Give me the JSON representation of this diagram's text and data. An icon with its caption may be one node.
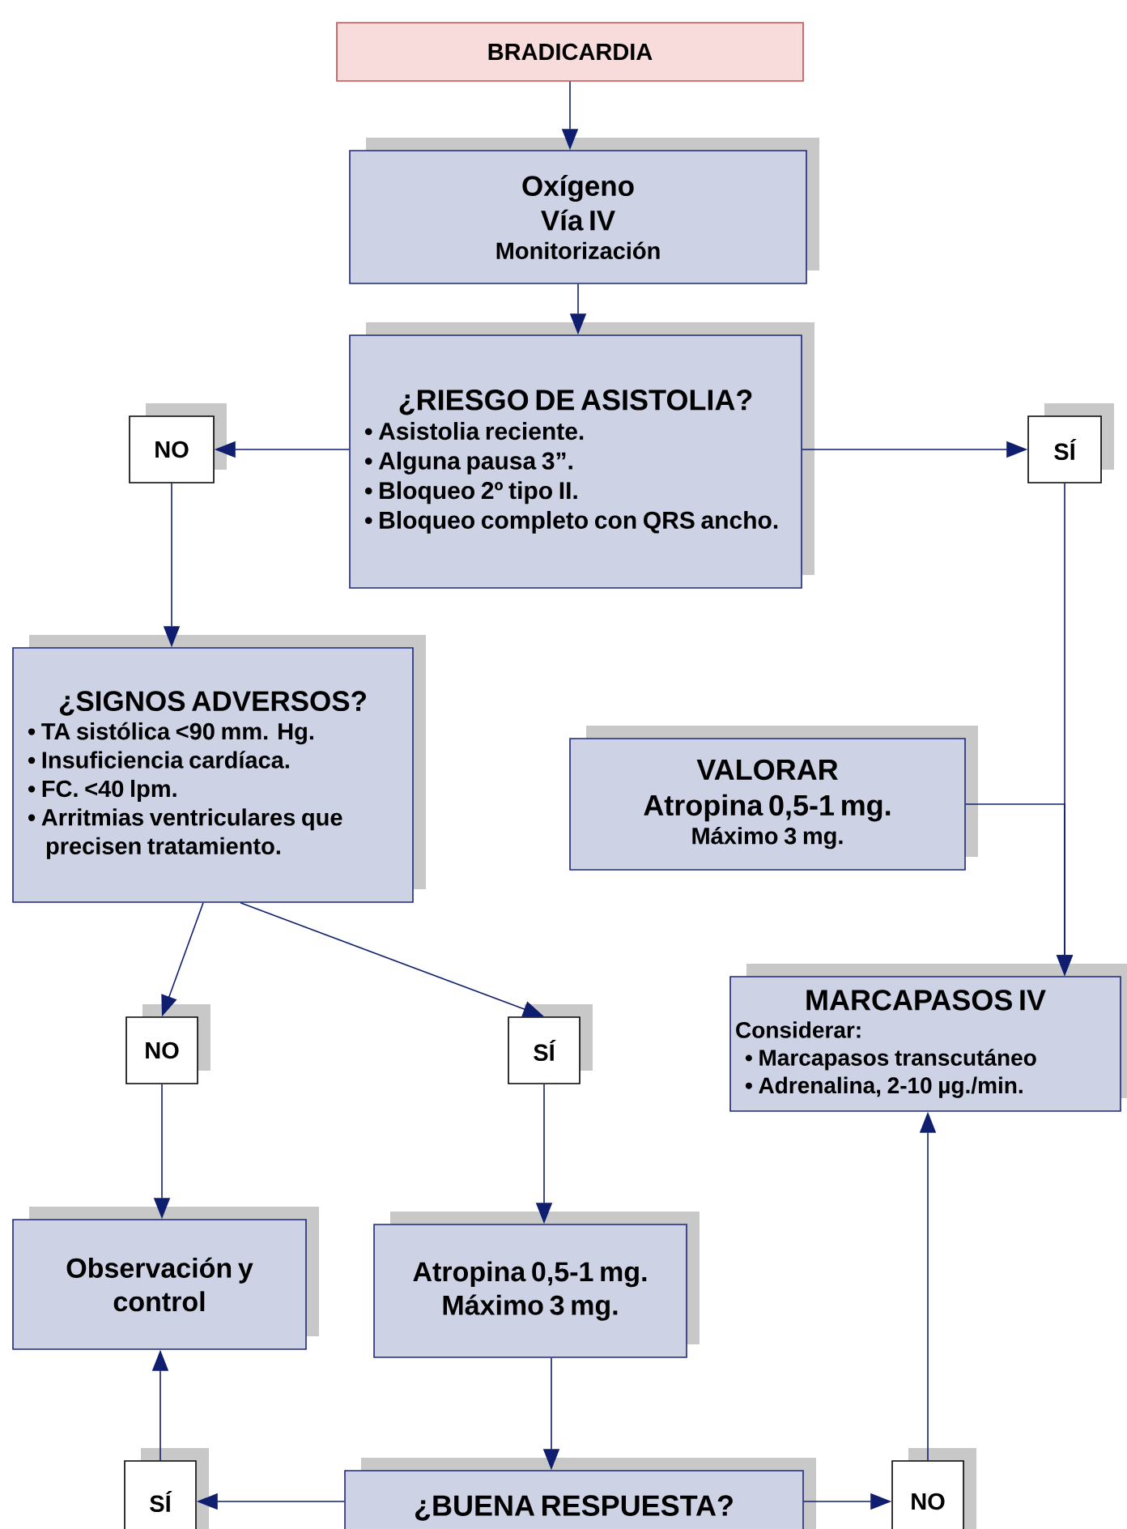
{
  "diagram": {
    "nodes": [
      {
        "text": [
          "BRADICARDIA"
        ]
      },
      {
        "text": [
          "Oxígeno",
          "Vía IV",
          "Monitorización"
        ]
      },
      {
        "text": [
          "¿RIESGO DE ASISTOLIA?",
          "• Asistolia reciente.",
          "• Alguna pausa 3”.",
          "• Bloqueo 2º tipo II.",
          "• Bloqueo completo con QRS ancho."
        ]
      },
      {
        "text": [
          "NO"
        ]
      },
      {
        "text": [
          "SÍ"
        ]
      },
      {
        "text": [
          "¿SIGNOS ADVERSOS?",
          "• TA sistólica <90 mm. Hg.",
          "• Insuficiencia cardíaca.",
          "• FC. <40 lpm.",
          "• Arritmias ventriculares que precisen tratamiento."
        ]
      },
      {
        "text": [
          "VALORAR",
          "Atropina 0,5-1 mg.",
          "Máximo 3 mg."
        ]
      },
      {
        "text": [
          "NO"
        ]
      },
      {
        "text": [
          "SÍ"
        ]
      },
      {
        "text": [
          "MARCAPASOS IV",
          "Considerar:",
          "• Marcapasos transcutáneo",
          "• Adrenalina, 2-10 µg./min."
        ]
      },
      {
        "text": [
          "Observación y control"
        ]
      },
      {
        "text": [
          "Atropina 0,5-1 mg.",
          "Máximo 3 mg."
        ]
      },
      {
        "text": [
          "SÍ"
        ]
      },
      {
        "text": [
          "¿BUENA RESPUESTA?"
        ]
      },
      {
        "text": [
          "NO"
        ]
      }
    ],
    "edges": [
      {
        "from": 0,
        "to": 1,
        "arrow": "to"
      },
      {
        "from": 1,
        "to": 2,
        "arrow": "to"
      },
      {
        "from": 2,
        "to": 3,
        "arrow": "to"
      },
      {
        "from": 2,
        "to": 4,
        "arrow": "to"
      },
      {
        "from": 3,
        "to": 5,
        "arrow": "to"
      },
      {
        "from": 4,
        "to": 9,
        "arrow": "to"
      },
      {
        "from": 6,
        "to": 9,
        "arrow": "to"
      },
      {
        "from": 5,
        "to": 7,
        "arrow": "to"
      },
      {
        "from": 5,
        "to": 8,
        "arrow": "to"
      },
      {
        "from": 7,
        "to": 10,
        "arrow": "to"
      },
      {
        "from": 8,
        "to": 11,
        "arrow": "to"
      },
      {
        "from": 11,
        "to": 13,
        "arrow": "to"
      },
      {
        "from": 13,
        "to": 12,
        "arrow": "to"
      },
      {
        "from": 12,
        "to": 10,
        "arrow": "to"
      },
      {
        "from": 13,
        "to": 14,
        "arrow": "to"
      },
      {
        "from": 14,
        "to": 9,
        "arrow": "to"
      }
    ]
  }
}
